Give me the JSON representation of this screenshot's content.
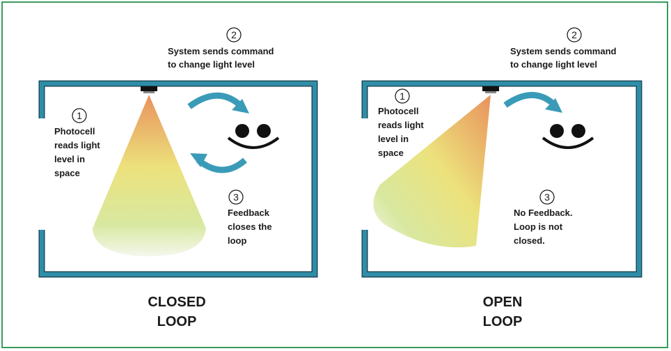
{
  "panels": [
    {
      "step1": {
        "num": "1",
        "lines": [
          "Photocell",
          "reads light",
          "level in",
          "space"
        ]
      },
      "step2": {
        "num": "2",
        "lines": [
          "System sends command",
          "to change light level"
        ]
      },
      "step3": {
        "num": "3",
        "lines": [
          "Feedback",
          "closes the",
          "loop"
        ]
      },
      "caption": [
        "CLOSED",
        "LOOP"
      ]
    },
    {
      "step1": {
        "num": "1",
        "lines": [
          "Photocell",
          "reads light",
          "level in",
          "space"
        ]
      },
      "step2": {
        "num": "2",
        "lines": [
          "System sends command",
          "to change light level"
        ]
      },
      "step3": {
        "num": "3",
        "lines": [
          "No Feedback.",
          "Loop is not",
          "closed."
        ]
      },
      "caption": [
        "OPEN",
        "LOOP"
      ]
    }
  ],
  "colors": {
    "wall": "#2e8ea8",
    "arrow": "#3a9bb8",
    "border": "#3a9a5c",
    "beam_top": "#e89a60",
    "beam_mid": "#e8e080",
    "beam_bottom": "#f2f6e4"
  }
}
